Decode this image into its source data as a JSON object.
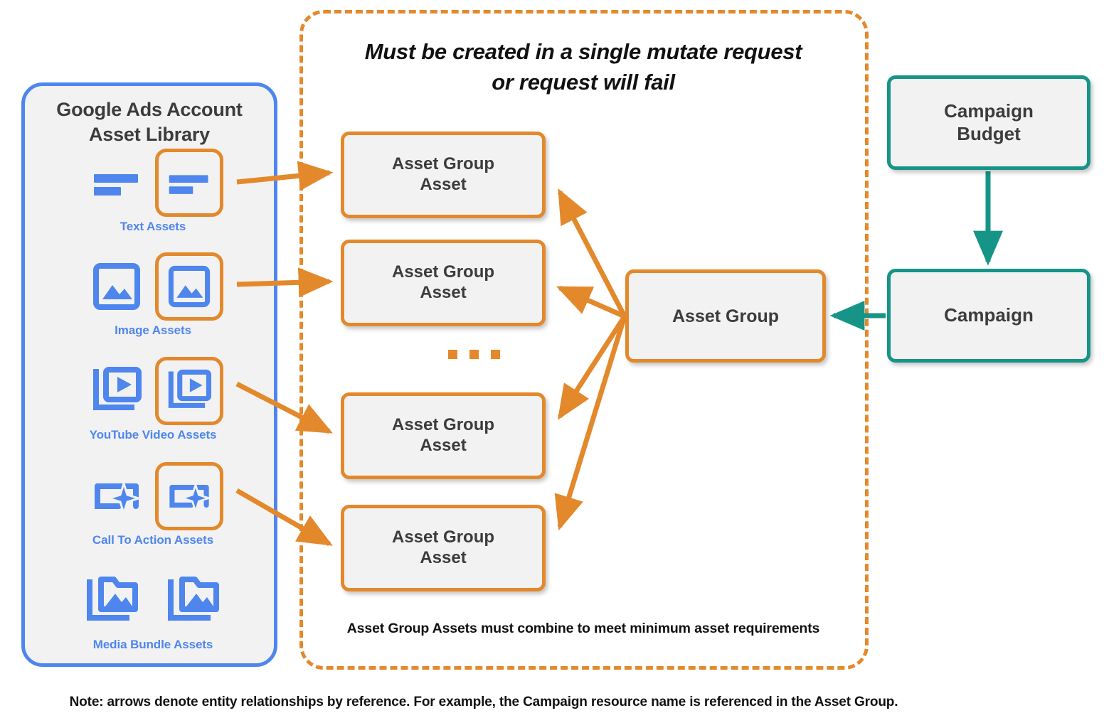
{
  "library": {
    "title": "Google Ads Account\nAsset Library",
    "title_line1": "Google Ads Account",
    "title_line2": "Asset Library",
    "border_color": "#4f86ee",
    "icon_color": "#4f86ee",
    "assets": [
      {
        "label": "Text Assets",
        "icon": "text-lines-icon",
        "ringed": true
      },
      {
        "label": "Image Assets",
        "icon": "image-icon",
        "ringed": true
      },
      {
        "label": "YouTube Video  Assets",
        "icon": "video-stack-icon",
        "ringed": true
      },
      {
        "label": "Call To Action Assets",
        "icon": "call-to-action-sparkle-icon",
        "ringed": true
      },
      {
        "label": "Media Bundle  Assets",
        "icon": "media-bundle-folder-icon",
        "ringed": false
      }
    ]
  },
  "mutate_box": {
    "title_line1": "Must be created in a single mutate request",
    "title_line2": "or request will fail",
    "footnote": "Asset Group Assets must combine to meet minimum asset requirements",
    "border_color": "#e3892c",
    "border_style": "dashed",
    "asset_group_assets": [
      {
        "label_line1": "Asset Group",
        "label_line2": "Asset"
      },
      {
        "label_line1": "Asset Group",
        "label_line2": "Asset"
      },
      {
        "label_line1": "Asset Group",
        "label_line2": "Asset"
      },
      {
        "label_line1": "Asset Group",
        "label_line2": "Asset"
      }
    ],
    "ellipsis": "..."
  },
  "nodes": {
    "asset_group": {
      "label": "Asset Group",
      "color": "#e3892c"
    },
    "campaign_budget": {
      "label_line1": "Campaign",
      "label_line2": "Budget",
      "color": "#179488"
    },
    "campaign": {
      "label": "Campaign",
      "color": "#179488"
    }
  },
  "note": "Note: arrows denote entity relationships by reference. For example, the Campaign resource name is referenced in the Asset Group.",
  "colors": {
    "orange": "#e3892c",
    "blue": "#4f86ee",
    "teal": "#179488",
    "node_fill": "#f2f2f2",
    "text_dark": "#3c3c3c"
  }
}
